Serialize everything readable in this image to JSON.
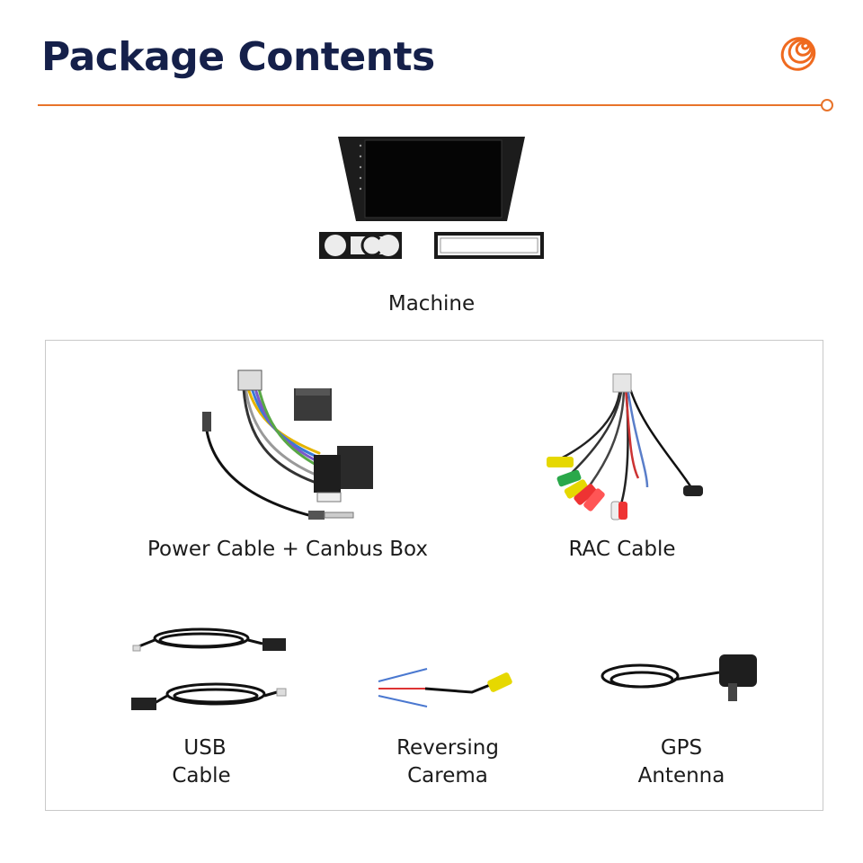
{
  "header": {
    "title": "Package Contents",
    "accent_color": "#e8732a",
    "title_color": "#15204a",
    "logo_icon": "orange-spiral-logo-icon"
  },
  "machine": {
    "label": "Machine",
    "icon": "car-head-unit-with-trim-panels-icon"
  },
  "accessories": {
    "power_cable": {
      "label": "Power Cable + Canbus Box",
      "icon": "wiring-harness-canbus-icon"
    },
    "rac_cable": {
      "label": "RAC Cable",
      "icon": "rca-cable-bundle-icon"
    },
    "usb_cable": {
      "line1": "USB",
      "line2": "Cable",
      "icon": "usb-cable-icon"
    },
    "reversing_camera": {
      "line1": "Reversing",
      "line2": "Carema",
      "icon": "camera-cable-icon"
    },
    "gps_antenna": {
      "line1": "GPS",
      "line2": "Antenna",
      "icon": "gps-antenna-icon"
    }
  }
}
